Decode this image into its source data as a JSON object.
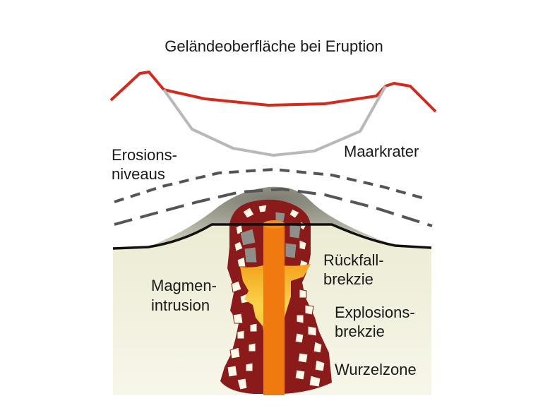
{
  "diagram": {
    "title": "Geländeoberfläche bei Eruption",
    "labels": {
      "erosion_line1": "Erosions-",
      "erosion_line2": "niveaus",
      "maar_crater": "Maarkrater",
      "magma_line1": "Magmen-",
      "magma_line2": "intrusion",
      "fallback_line1": "Rückfall-",
      "fallback_line2": "brekzie",
      "explosion_line1": "Explosions-",
      "explosion_line2": "brekzie",
      "root_zone": "Wurzelzone"
    },
    "colors": {
      "eruption_surface": "#d42a1c",
      "crater_outline": "#b8b8b8",
      "erosion_level": "#555555",
      "ground": "#f1efd9",
      "mound": "#9a9a8c",
      "breccia_matrix": "#8b1a1a",
      "breccia_clast": "#fff8e6",
      "magma_core": "#f07a10",
      "magma_glow": "#f6c23a",
      "surface_line": "#111111"
    }
  }
}
